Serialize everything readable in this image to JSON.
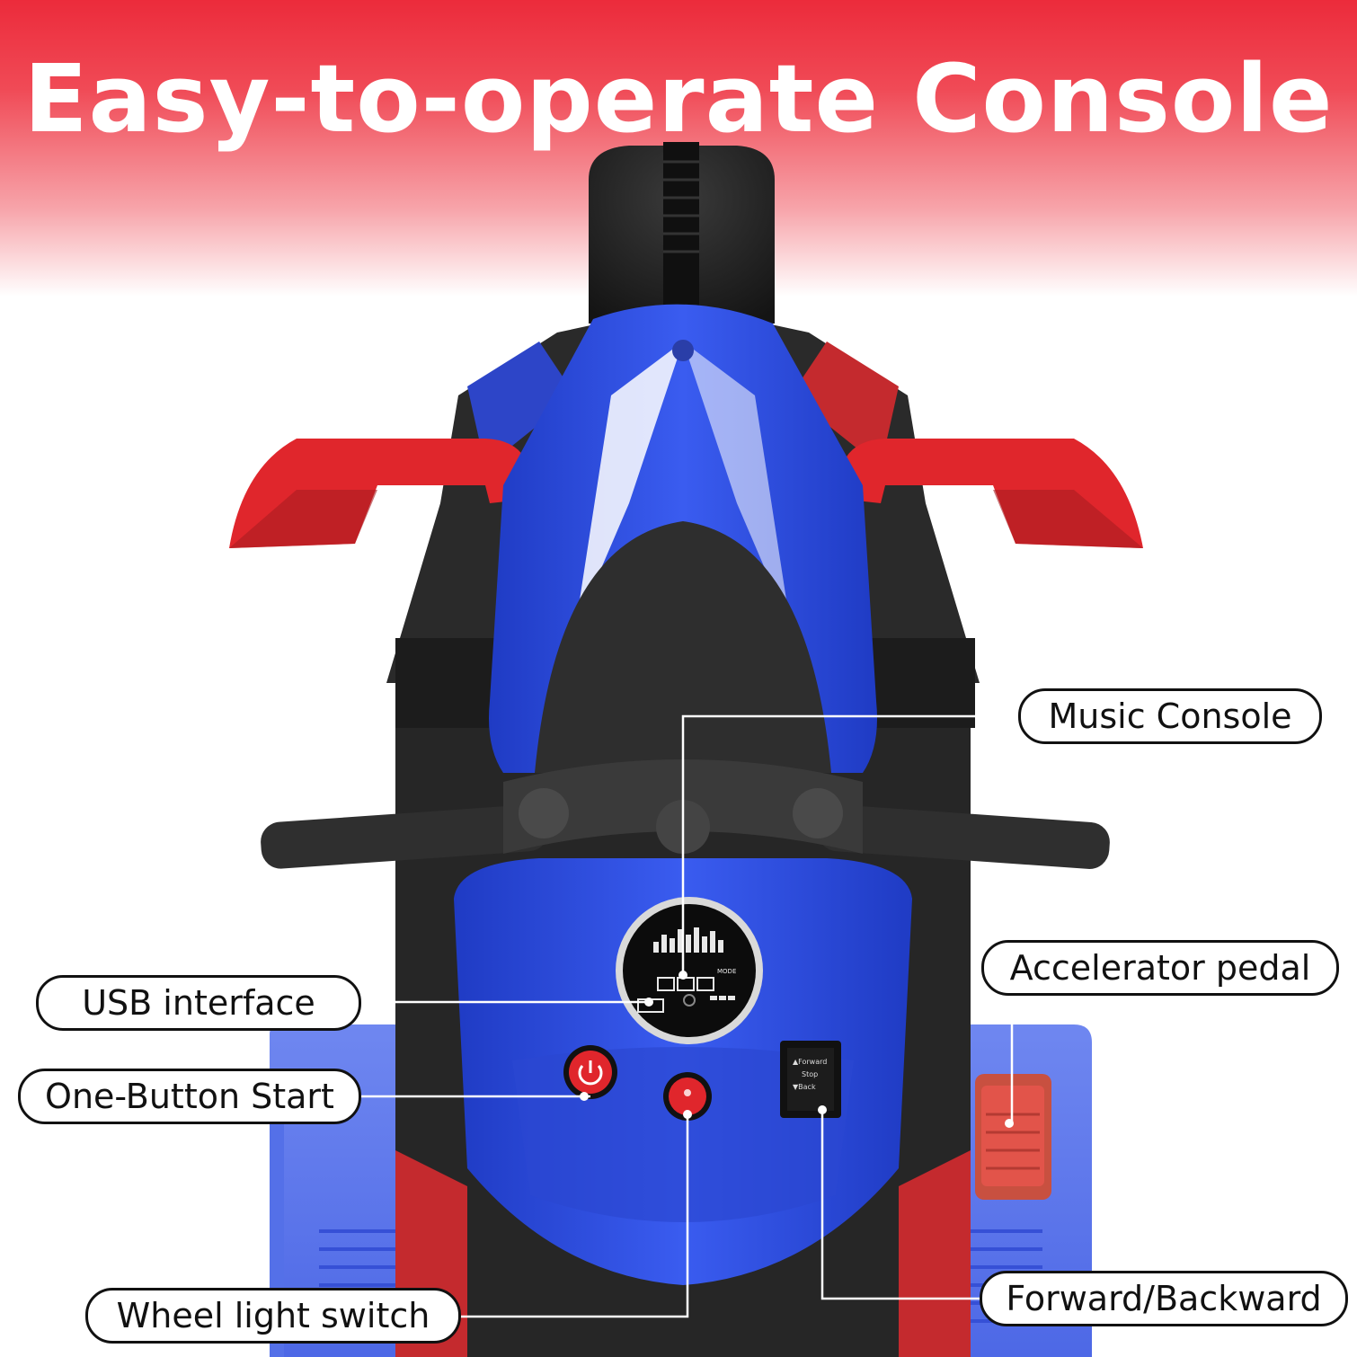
{
  "title": "Easy-to-operate Console",
  "callouts": {
    "music_console": "Music Console",
    "usb_interface": "USB interface",
    "accelerator_pedal": "Accelerator pedal",
    "one_button_start": "One-Button Start",
    "wheel_light_switch": "Wheel light switch",
    "forward_backward": "Forward/Backward"
  },
  "console_labels": {
    "mode": "MODE",
    "forward": "▲Forward",
    "stop": "Stop",
    "back": "▼Back"
  },
  "colors": {
    "header_red": "#ec2b3b",
    "body_blue": "#2f4fd8",
    "accent_red": "#e0262c",
    "frame_black": "#2b2b2b"
  },
  "icons": [
    "power-icon",
    "equalizer-icon"
  ]
}
